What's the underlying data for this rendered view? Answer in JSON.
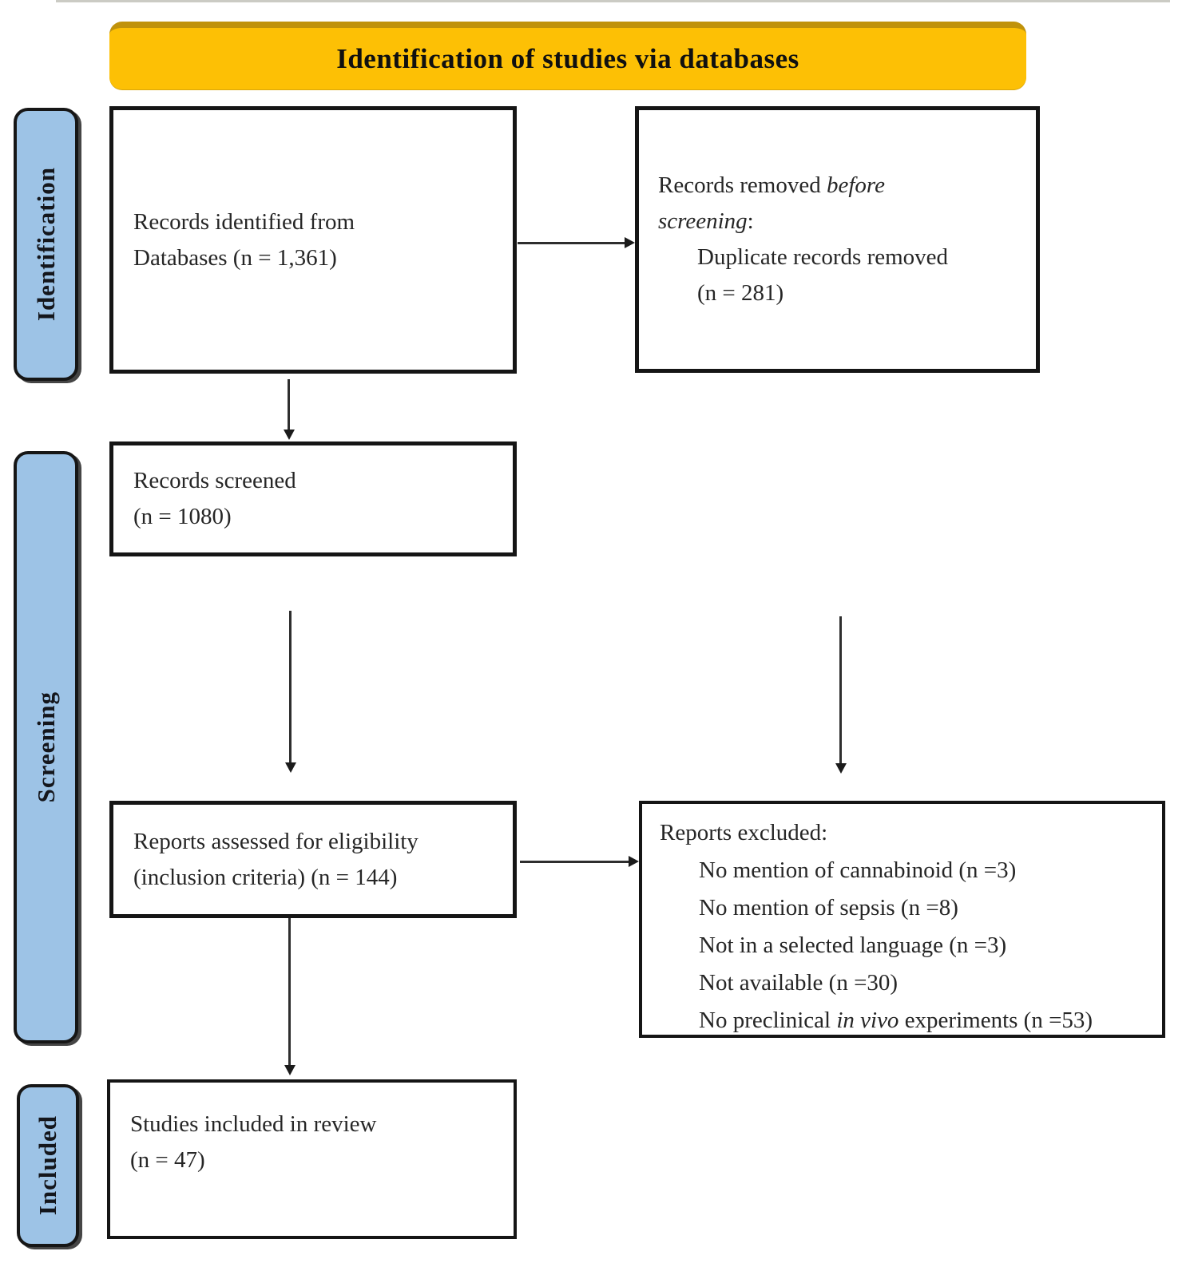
{
  "banner": {
    "title": "Identification of studies via databases"
  },
  "colors": {
    "banner_fill": "#FDC005",
    "banner_edge": "#C0920B",
    "stage_fill": "#9DC3E6",
    "box_border": "#151515",
    "text": "#262626"
  },
  "stages": {
    "identification": "Identification",
    "screening": "Screening",
    "included": "Included"
  },
  "boxes": {
    "identified": {
      "line1": "Records identified from",
      "line2": "Databases (n = 1,361)"
    },
    "removed": {
      "lead_normal": "Records removed ",
      "lead_italic": "before",
      "line2_italic": "screening",
      "line2_suffix": ":",
      "detail_line1": "Duplicate records removed",
      "detail_line2": "(n = 281)"
    },
    "screened": {
      "line1": "Records screened",
      "line2": "(n = 1080)"
    },
    "assessed": {
      "line1": "Reports assessed for eligibility",
      "line2": "(inclusion criteria) (n = 144)"
    },
    "excluded": {
      "title": "Reports excluded:",
      "items": [
        "No mention of cannabinoid (n =3)",
        "No mention of sepsis (n =8)",
        "Not in a selected language (n =3)",
        "Not available (n =30)"
      ],
      "last_pre": "No preclinical ",
      "last_italic": "in vivo",
      "last_post": " experiments (n =53)"
    },
    "included_review": {
      "line1": "Studies included in review",
      "line2": "(n = 47)"
    }
  }
}
